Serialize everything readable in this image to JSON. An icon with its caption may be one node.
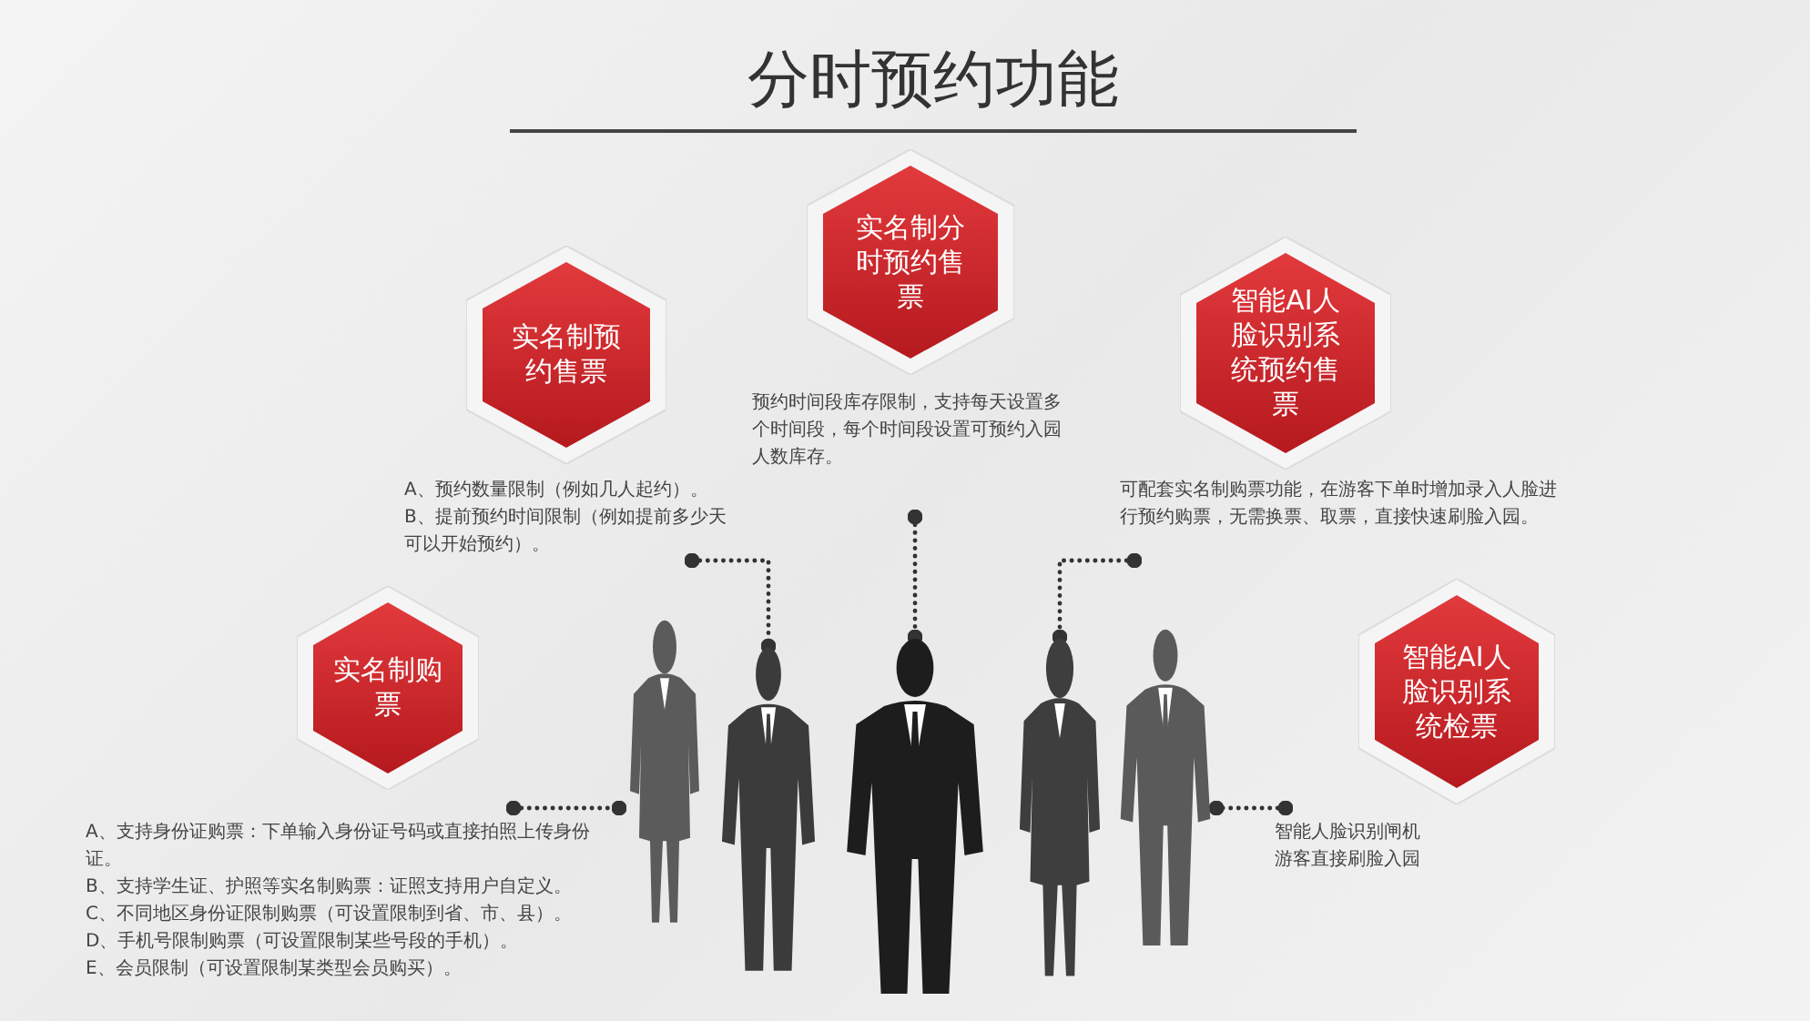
{
  "diagram": {
    "title": "分时预约功能",
    "nodes": [
      {
        "text": [
          "实名制分时预约售票"
        ]
      },
      {
        "text": [
          "预约时间段库存限制，支持每天设置多个时间段，每个时间段设置可预约入园人数库存。"
        ]
      },
      {
        "text": [
          "实名制预约售票"
        ]
      },
      {
        "text": [
          "A、预约数量限制（例如几人起约）。",
          "B、提前预约时间限制（例如提前多少天可以开始预约）。"
        ]
      },
      {
        "text": [
          "智能AI人脸识别系统预约售票"
        ]
      },
      {
        "text": [
          "可配套实名制购票功能，在游客下单时增加录入人脸进行预约购票，无需换票、取票，直接快速刷脸入园。"
        ]
      },
      {
        "text": [
          "实名制购票"
        ]
      },
      {
        "text": [
          "A、支持身份证购票：下单输入身份证号码或直接拍照上传身份证。",
          "B、支持学生证、护照等实名制购票：证照支持用户自定义。",
          "C、不同地区身份证限制购票（可设置限制到省、市、县）。",
          "D、手机号限制购票（可设置限制某些号段的手机）。",
          "E、会员限制（可设置限制某类型会员购买）。"
        ]
      },
      {
        "text": [
          "智能AI人脸识别系统检票"
        ]
      },
      {
        "text": [
          "智能人脸识别闸机",
          "游客直接刷脸入园"
        ]
      },
      {
        "text": [],
        "shape": "person"
      },
      {
        "text": [],
        "shape": "person"
      },
      {
        "text": [],
        "shape": "person"
      },
      {
        "text": [],
        "shape": "person"
      },
      {
        "text": [],
        "shape": "person"
      }
    ],
    "edges": [
      {
        "from": 1,
        "to": 12,
        "arrow": "other"
      },
      {
        "from": 3,
        "to": 11,
        "arrow": "other"
      },
      {
        "from": 5,
        "to": 13,
        "arrow": "other"
      },
      {
        "from": 7,
        "to": 10,
        "arrow": "other"
      },
      {
        "from": 9,
        "to": 14,
        "arrow": "other"
      }
    ]
  }
}
